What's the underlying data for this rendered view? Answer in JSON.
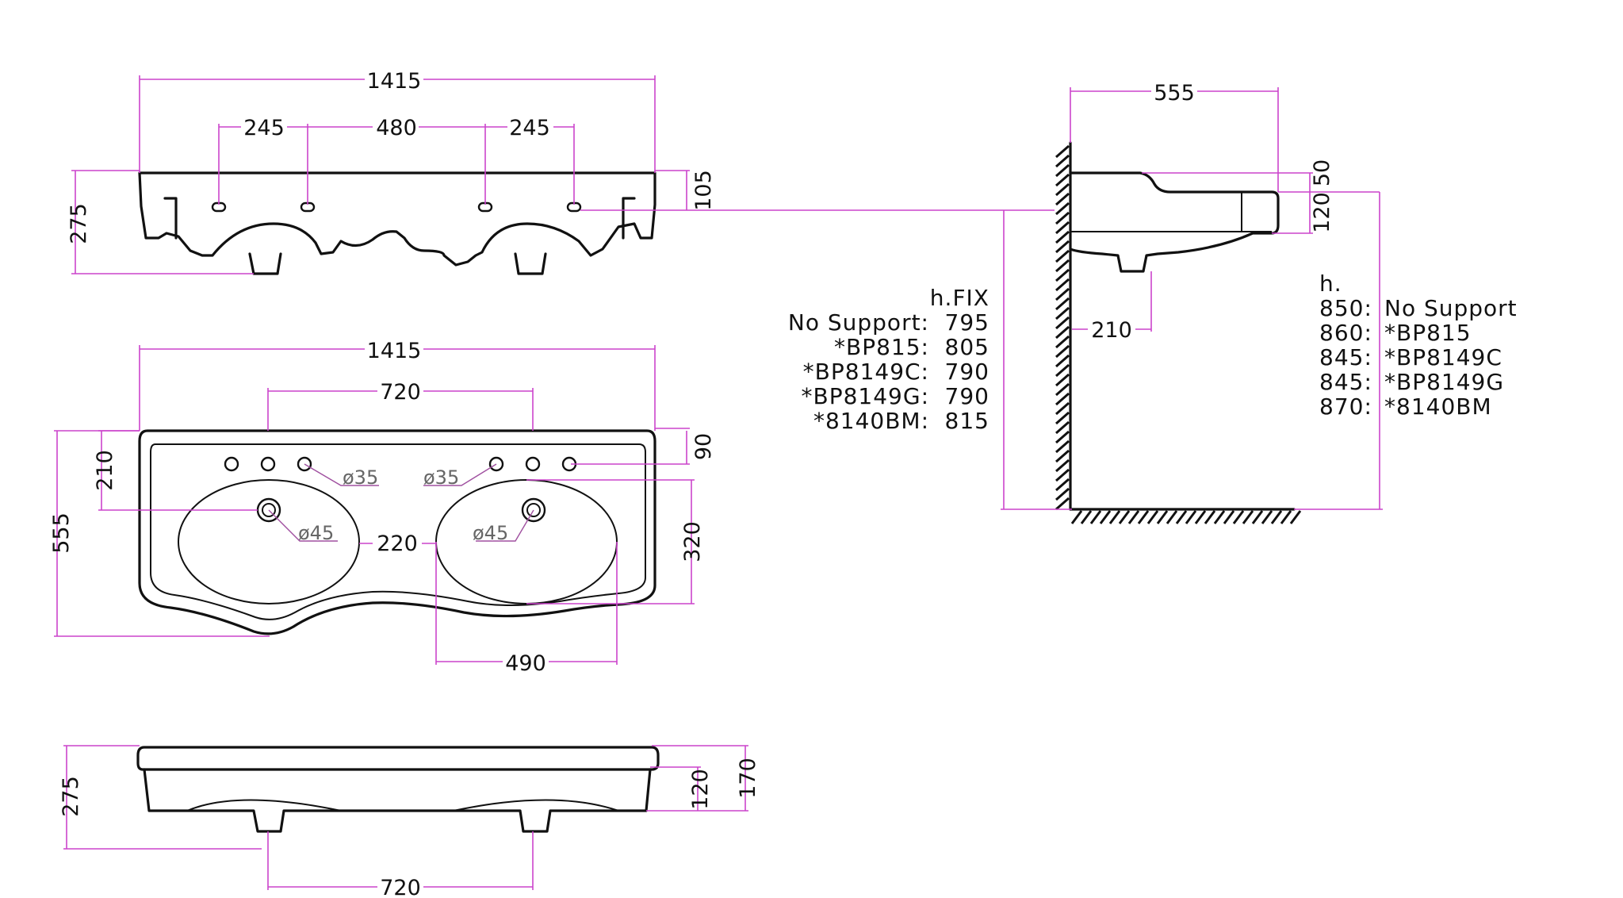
{
  "top_view": {
    "overall_width": "1415",
    "left_spacing": "245",
    "center_spacing": "480",
    "right_spacing": "245",
    "height": "275",
    "right_height": "105"
  },
  "plan_view": {
    "overall_width": "1415",
    "tap_spacing": "720",
    "back_to_taps": "90",
    "left_depth": "210",
    "overall_depth": "555",
    "tap_hole_left": "ø35",
    "tap_hole_right": "ø35",
    "waste_left": "ø45",
    "waste_right": "ø45",
    "gap_between_bowls": "220",
    "bowl_depth": "320",
    "bowl_width": "490"
  },
  "front_view": {
    "height": "275",
    "rim_height": "120",
    "upper_height": "170",
    "waste_spacing": "720"
  },
  "side_view": {
    "depth": "555",
    "top_offset": "50",
    "rim_height": "120",
    "waste_from_wall": "210"
  },
  "fixing_table": {
    "header": "h.FIX",
    "rows": [
      {
        "label": "No Support:",
        "value": "795"
      },
      {
        "label": "*BP815:",
        "value": "805"
      },
      {
        "label": "*BP8149C:",
        "value": "790"
      },
      {
        "label": "*BP8149G:",
        "value": "790"
      },
      {
        "label": "*8140BM:",
        "value": "815"
      }
    ]
  },
  "height_table": {
    "header": "h.",
    "rows": [
      {
        "value": "850:",
        "label": "No Support"
      },
      {
        "value": "860:",
        "label": "*BP815"
      },
      {
        "value": "845:",
        "label": "*BP8149C"
      },
      {
        "value": "845:",
        "label": "*BP8149G"
      },
      {
        "value": "870:",
        "label": "*8140BM"
      }
    ]
  }
}
